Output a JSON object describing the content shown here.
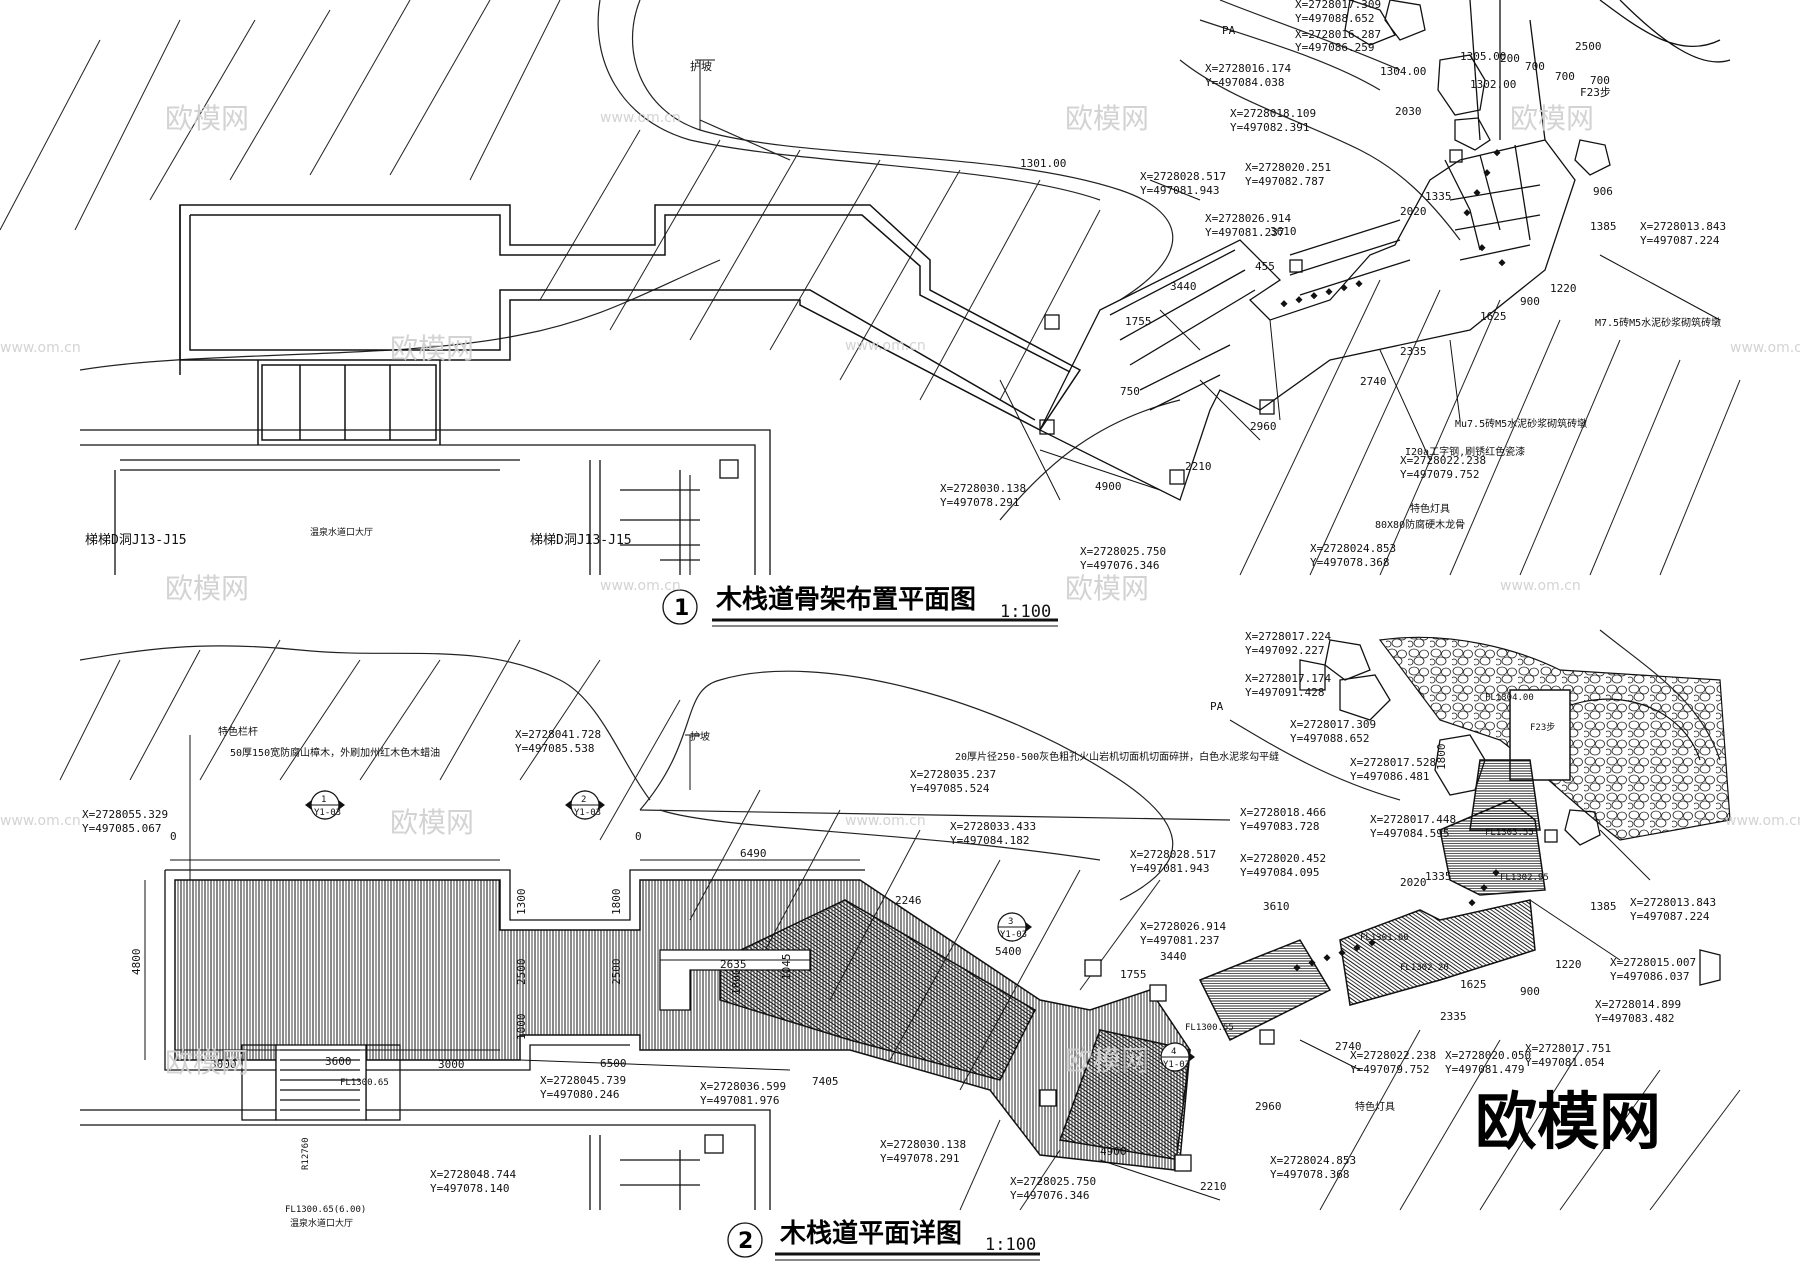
{
  "watermark": {
    "cn": "欧模网",
    "url": "www.om.cn",
    "logo": "欧模网"
  },
  "plan1": {
    "number": "1",
    "title": "木栈道骨架布置平面图",
    "scale": "1:100",
    "labels": {
      "slope": "护坡",
      "pa": "PA",
      "axis_left": "梯梯D洞J13-J15",
      "axis_right": "梯梯D洞J13-J15",
      "hall": "温泉水道口大厅",
      "wall_note": "M7.5砖M5水泥砂浆砌筑砖墩",
      "steel_note": "I20a工字钢,刷锈红色瓷漆",
      "lamp": "特色灯具",
      "keel": "80X80防腐硬木龙骨",
      "brick_note": "Mu7.5砖M5水泥砂浆砌筑砖墩"
    },
    "coords": [
      "X=2728017.309",
      "Y=497088.652",
      "X=2728016.287",
      "Y=497086.259",
      "X=2728016.174",
      "Y=497084.038",
      "X=2728018.109",
      "Y=497082.391",
      "X=2728020.251",
      "Y=497082.787",
      "X=2728028.517",
      "Y=497081.943",
      "X=2728026.914",
      "Y=497081.237",
      "X=2728013.843",
      "Y=497087.224",
      "X=2728030.138",
      "Y=497078.291",
      "X=2728025.750",
      "Y=497076.346",
      "X=2728024.853",
      "Y=497078.368",
      "X=2728022.238",
      "Y=497079.752"
    ],
    "dims": [
      "2500",
      "200",
      "700",
      "700",
      "700",
      "1755",
      "3440",
      "3610",
      "2020",
      "1335",
      "2335",
      "2740",
      "2960",
      "4900",
      "2210",
      "900",
      "1220",
      "1625",
      "1385",
      "906",
      "455",
      "750",
      "1301.00",
      "1302.00",
      "1304.00",
      "1305.00",
      "F23步",
      "2030"
    ]
  },
  "plan2": {
    "number": "2",
    "title": "木栈道平面详图",
    "scale": "1:100",
    "labels": {
      "rail": "特色栏杆",
      "wood": "50厚150宽防腐山樟木，外刷加州红木色木蜡油",
      "slope": "护坡",
      "stone": "20厚片径250-500灰色粗孔火山岩机切面机切面碎拼，白色水泥浆勾平缝",
      "pa": "PA",
      "lamp": "特色灯具",
      "elev_bottom": "FL1300.65(6.00)",
      "elev_bottom_sub": "温泉水道口大厅",
      "fl1": "FL1300.65",
      "fl2": "FL1300.55",
      "fl3": "FL1301.60",
      "fl4": "FL1302.20",
      "fl5": "FL1302.95",
      "fl6": "FL1303.55",
      "fl7": "FL1304.00",
      "f23": "F23步",
      "r12760": "R12760"
    },
    "sections": [
      {
        "num": "1",
        "ref": "Y1-03"
      },
      {
        "num": "2",
        "ref": "Y1-03"
      },
      {
        "num": "3",
        "ref": "Y1-03"
      },
      {
        "num": "4",
        "ref": "Y1-03"
      }
    ],
    "coords": [
      "X=2728017.224",
      "Y=497092.227",
      "X=2728017.174",
      "Y=497091.428",
      "X=2728017.309",
      "Y=497088.652",
      "X=2728017.528",
      "Y=497086.481",
      "X=2728018.466",
      "Y=497083.728",
      "X=2728017.448",
      "Y=497084.595",
      "X=2728020.452",
      "Y=497084.095",
      "X=2728028.517",
      "Y=497081.943",
      "X=2728026.914",
      "Y=497081.237",
      "X=2728055.329",
      "Y=497085.067",
      "X=2728041.728",
      "Y=497085.538",
      "X=2728035.237",
      "Y=497085.524",
      "X=2728033.433",
      "Y=497084.182",
      "X=2728045.739",
      "Y=497080.246",
      "X=2728036.599",
      "Y=497081.976",
      "X=2728048.744",
      "Y=497078.140",
      "X=2728030.138",
      "Y=497078.291",
      "X=2728025.750",
      "Y=497076.346",
      "X=2728024.853",
      "Y=497078.368",
      "X=2728022.238",
      "Y=497079.752",
      "X=2728020.050",
      "Y=497081.479",
      "X=2728017.751",
      "Y=497081.054",
      "X=2728013.843",
      "Y=497087.224",
      "X=2728015.007",
      "Y=497086.037",
      "X=2728014.899",
      "Y=497083.482"
    ],
    "dims": [
      "6490",
      "4800",
      "1300",
      "1800",
      "2500",
      "2500",
      "1000",
      "3000",
      "3600",
      "3000",
      "6500",
      "7405",
      "2635",
      "1045",
      "1800",
      "2246",
      "5400",
      "1755",
      "3440",
      "3610",
      "2020",
      "1335",
      "2335",
      "2740",
      "2960",
      "4900",
      "2210",
      "1625",
      "900",
      "1220",
      "1385",
      "1800",
      "0",
      "0"
    ]
  }
}
